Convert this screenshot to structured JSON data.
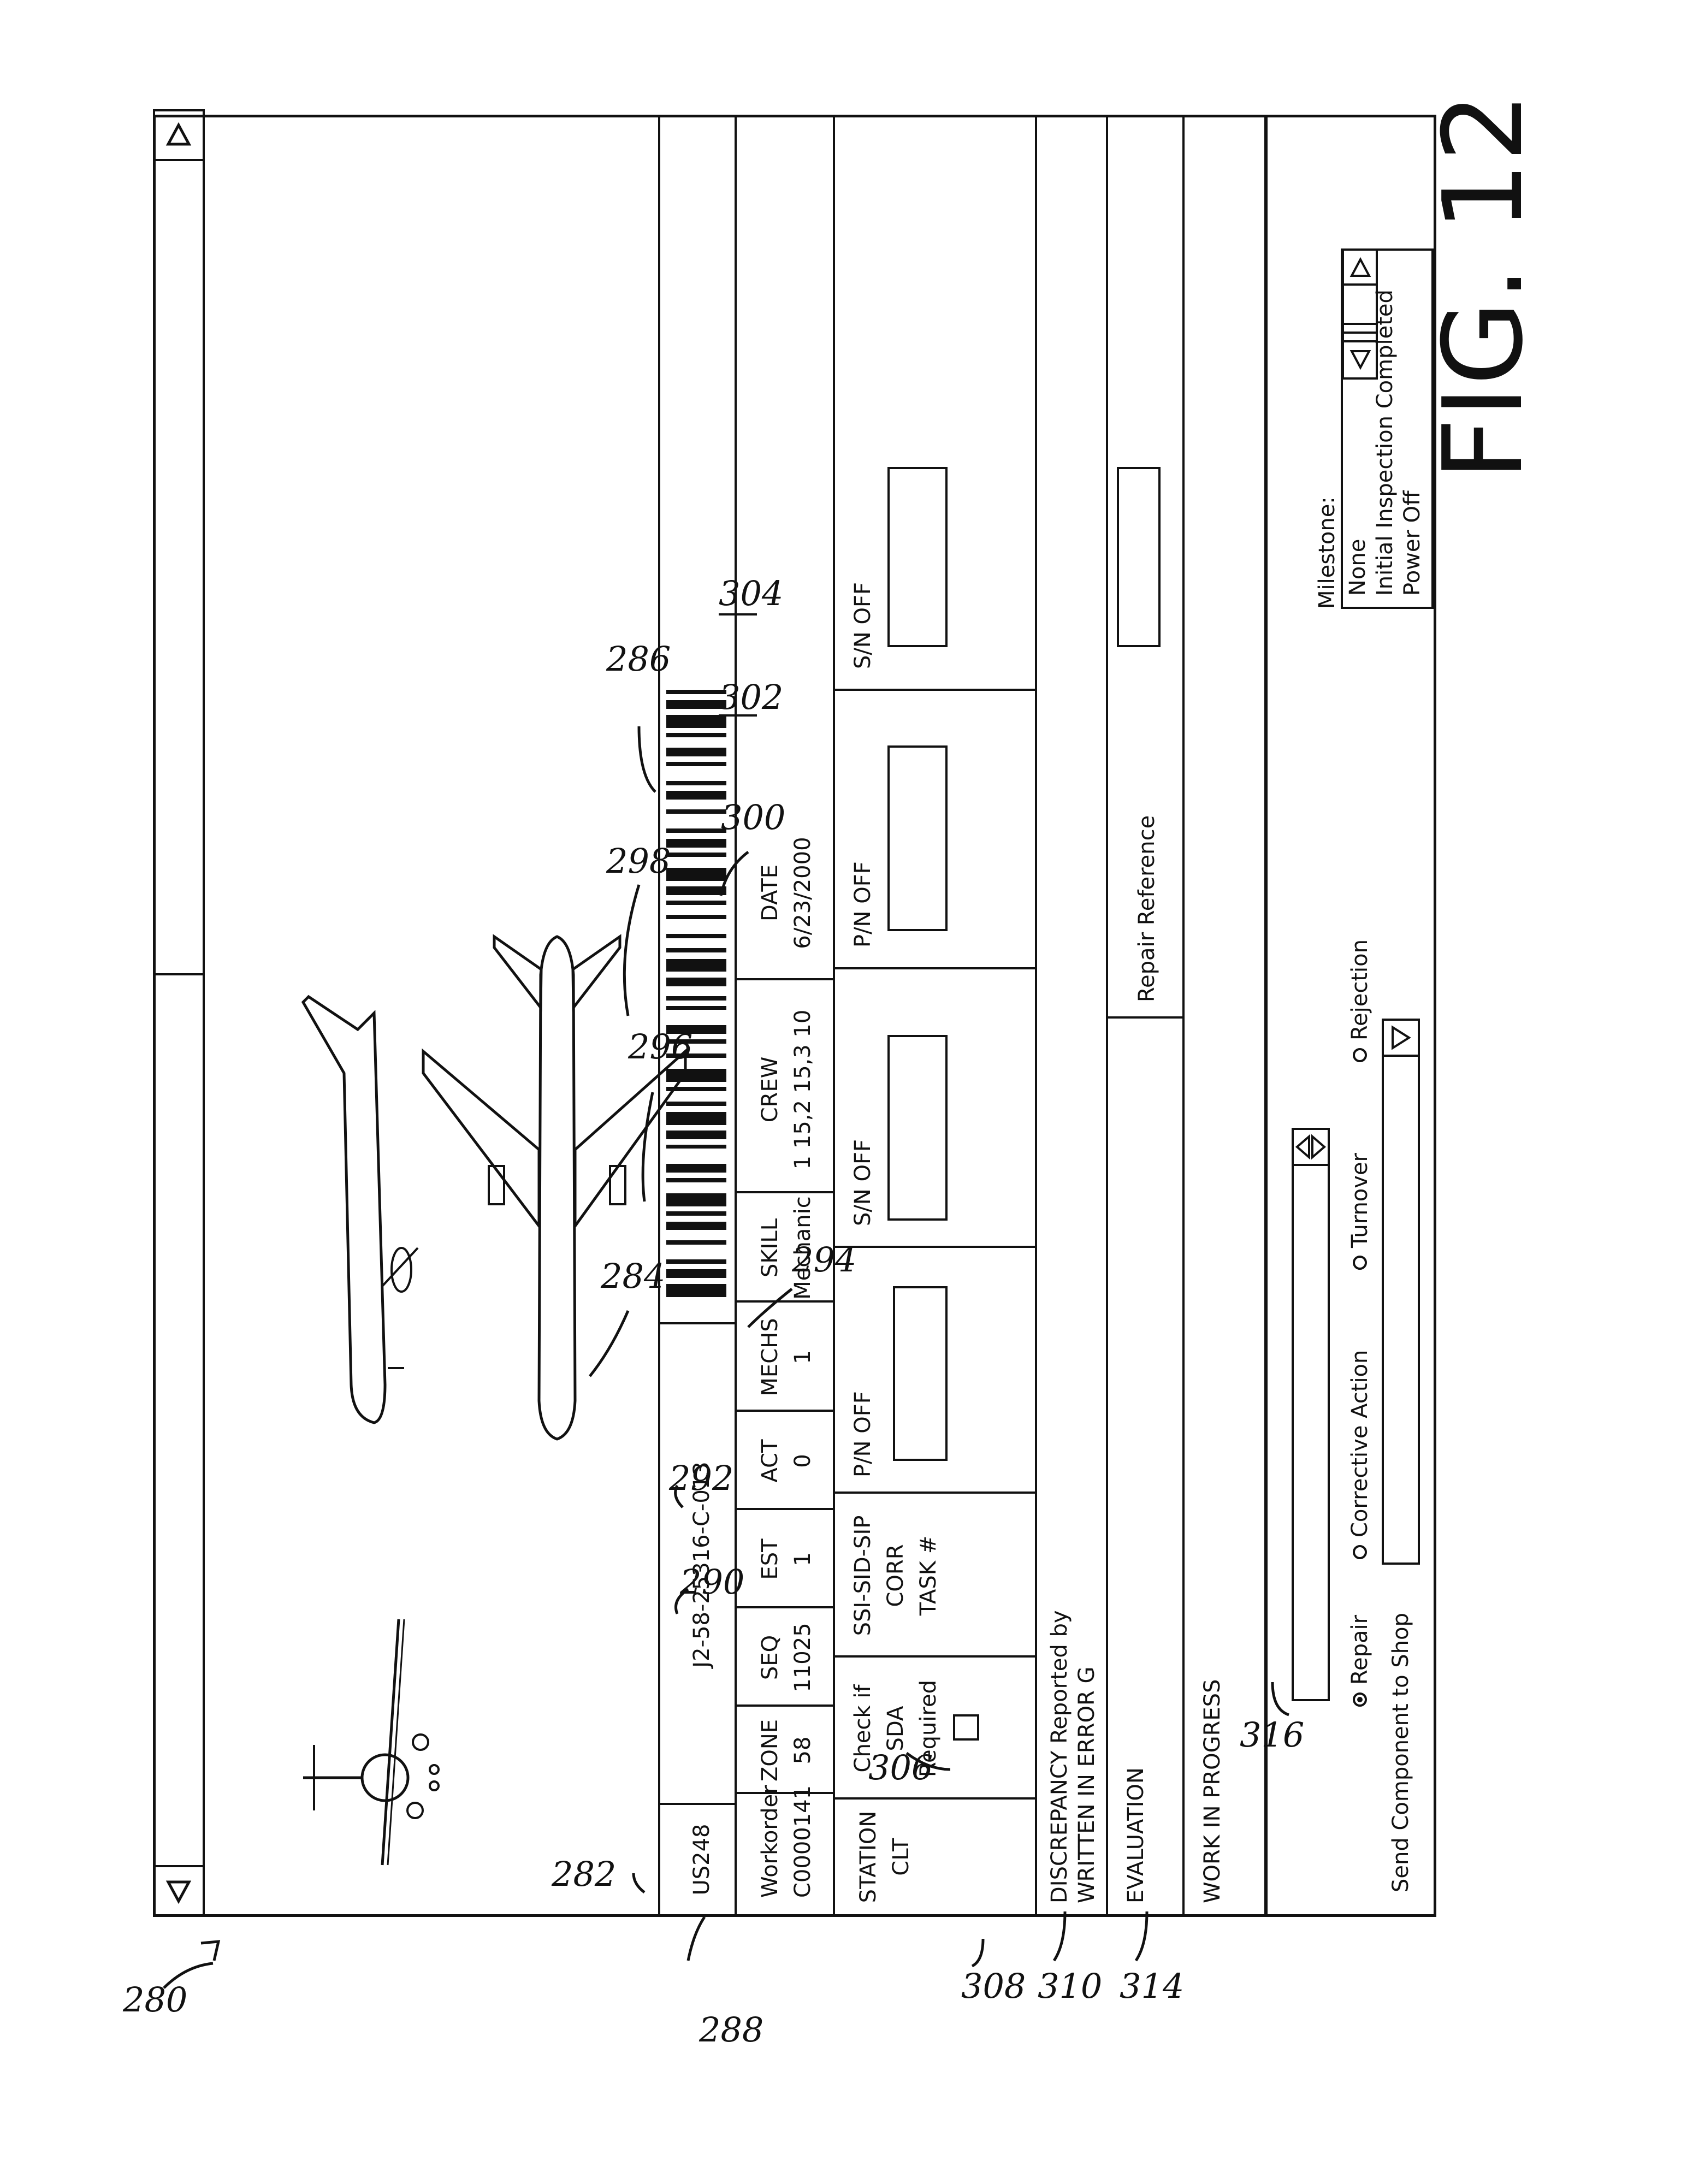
{
  "record": {
    "tail": "US248",
    "task_code": "J2-58-25316-C-013"
  },
  "workorder": {
    "label": "Workorder",
    "value": "C0000141"
  },
  "zone": {
    "label": "ZONE",
    "value": "58"
  },
  "seq": {
    "label": "SEQ",
    "value": "11025"
  },
  "est": {
    "label": "EST",
    "value": "1"
  },
  "act": {
    "label": "ACT",
    "value": "0"
  },
  "mechs": {
    "label": "MECHS",
    "value": "1"
  },
  "skill": {
    "label": "SKILL",
    "value": "Mechanic"
  },
  "crew": {
    "label": "CREW",
    "value": "1 15,2 15,3 10"
  },
  "date": {
    "label": "DATE",
    "value": "6/23/2000"
  },
  "station": {
    "label": "STATION",
    "value": "CLT"
  },
  "sda": {
    "line1": "Check if",
    "line2": "SDA",
    "line3": "Required"
  },
  "ssi": {
    "line1": "SSI-SID-SIP",
    "line2": "CORR",
    "line3": "TASK #"
  },
  "parts": {
    "pn_off_1": "P/N OFF",
    "sn_off_1": "S/N OFF",
    "pn_off_2": "P/N OFF",
    "sn_off_2": "S/N OFF"
  },
  "discrepancy": {
    "line1": "DISCREPANCY Reported by",
    "line2": "WRITTEN IN ERROR G"
  },
  "evaluation": {
    "label": "EVALUATION",
    "repair_reference": "Repair Reference"
  },
  "work_in_progress": {
    "label": "WORK IN PROGRESS"
  },
  "radios": [
    {
      "label": "Repair",
      "selected": true
    },
    {
      "label": "Corrective Action",
      "selected": false
    },
    {
      "label": "Turnover",
      "selected": false
    },
    {
      "label": "Rejection",
      "selected": false
    }
  ],
  "shop": {
    "label": "Send Component to Shop"
  },
  "milestone": {
    "label": "Milestone:",
    "options": [
      "None",
      "Initial Inspection Completed",
      "Power Off"
    ]
  },
  "icons": {
    "scroll_left": "triangle-left-icon",
    "scroll_right": "triangle-right-icon",
    "dropdown": "triangle-down-icon"
  },
  "refs": {
    "r280": "280",
    "r282": "282",
    "r284": "284",
    "r286": "286",
    "r288": "288",
    "r290": "290",
    "r292": "292",
    "r294": "294",
    "r296": "296",
    "r298": "298",
    "r300": "300",
    "r302": "302",
    "r304": "304",
    "r306": "306",
    "r308": "308",
    "r310": "310",
    "r314": "314",
    "r316": "316"
  },
  "figure_label": "FIG. 12"
}
